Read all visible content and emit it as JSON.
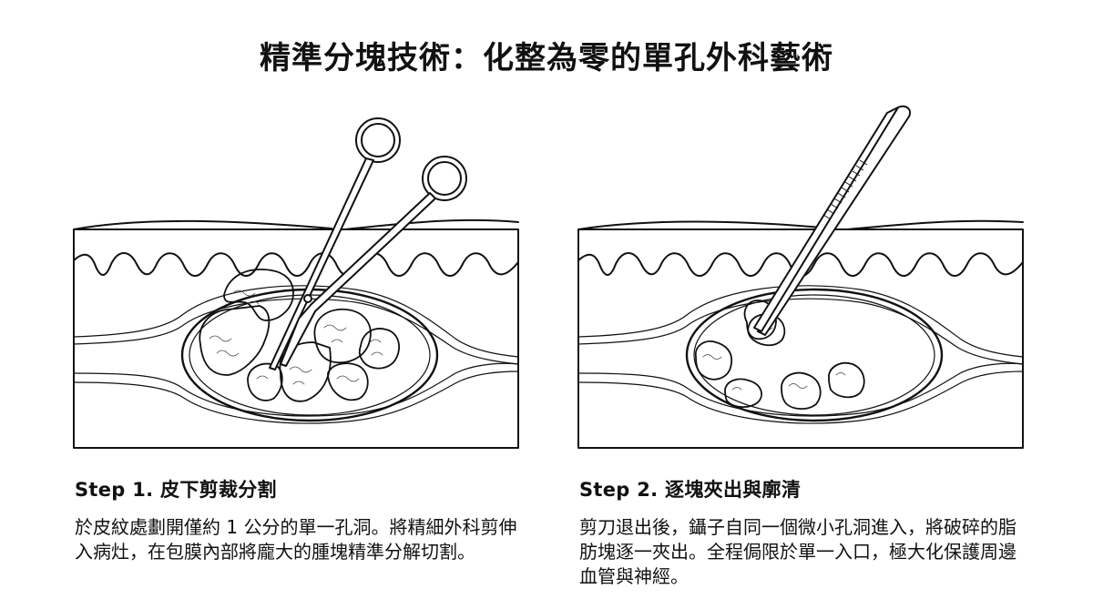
{
  "title": "精準分塊技術：化整為零的單孔外科藝術",
  "steps": [
    {
      "label": "Step 1. 皮下剪裁分割",
      "description": "於皮紋處劃開僅約 1 公分的單一孔洞。將精細外科剪伸入病灶，在包膜內部將龐大的腫塊精準分解切割。",
      "instrument": "scissors-icon"
    },
    {
      "label": "Step 2. 逐塊夾出與廓清",
      "description": "剪刀退出後，鑷子自同一個微小孔洞進入，將破碎的脂肪塊逐一夾出。全程侷限於單一入口，極大化保護周邊血管與神經。",
      "instrument": "forceps-icon"
    }
  ]
}
